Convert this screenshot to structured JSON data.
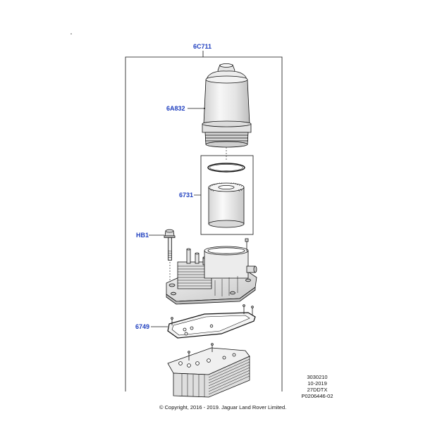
{
  "callouts": {
    "assembly": "6C711",
    "filter_cap": "6A832",
    "filter_element": "6731",
    "bolt": "HB1",
    "gasket": "6749"
  },
  "meta_block": {
    "line1": "3030210",
    "line2": "10-2019",
    "line3": "27DDTX",
    "line4": "P0206446-02"
  },
  "copyright": "© Copyright, 2016 - 2019. Jaguar Land Rover Limited.",
  "colors": {
    "callout": "#1f3fbf",
    "line": "#111111",
    "shade": "#d9d9d9"
  },
  "icons": {
    "corner_mark": "small-dot"
  }
}
